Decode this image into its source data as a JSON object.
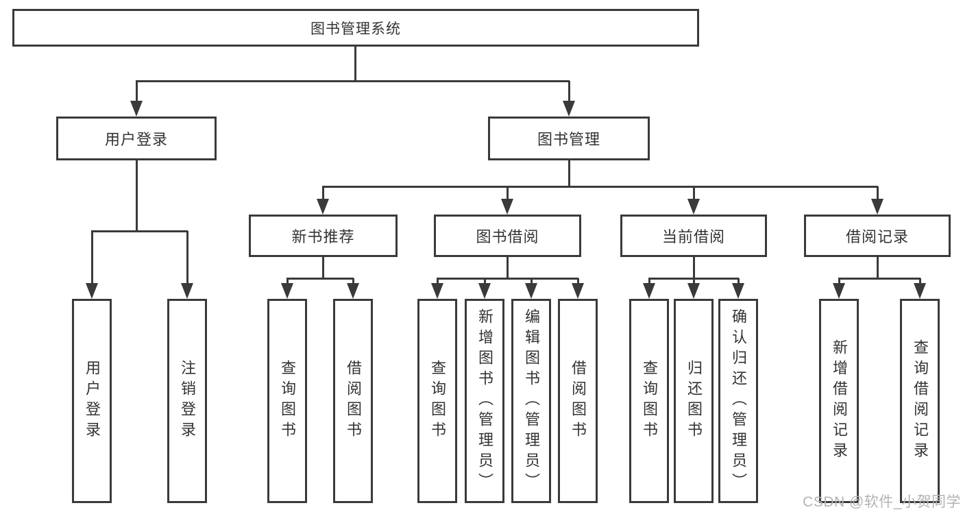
{
  "nodes": {
    "root": "图书管理系统",
    "user_login": "用户登录",
    "book_mgmt": "图书管理",
    "new_book_rec": "新书推荐",
    "book_borrow": "图书借阅",
    "current_borrow": "当前借阅",
    "borrow_record": "借阅记录",
    "leaf_user_login": "用户登录",
    "leaf_logout": "注销登录",
    "leaf_query_book_1": "查询图书",
    "leaf_borrow_book_1": "借阅图书",
    "leaf_query_book_2": "查询图书",
    "leaf_add_book": "新增图书（管理员）",
    "leaf_edit_book": "编辑图书（管理员）",
    "leaf_borrow_book_2": "借阅图书",
    "leaf_query_book_3": "查询图书",
    "leaf_return_book": "归还图书",
    "leaf_confirm_return": "确认归还（管理员）",
    "leaf_add_record": "新增借阅记录",
    "leaf_query_record": "查询借阅记录"
  },
  "watermark": "CSDN @软件_小贺同学",
  "colors": {
    "line": "#3a3a3a",
    "text": "#333333",
    "watermark": "#b3b3b3",
    "background": "#ffffff"
  }
}
